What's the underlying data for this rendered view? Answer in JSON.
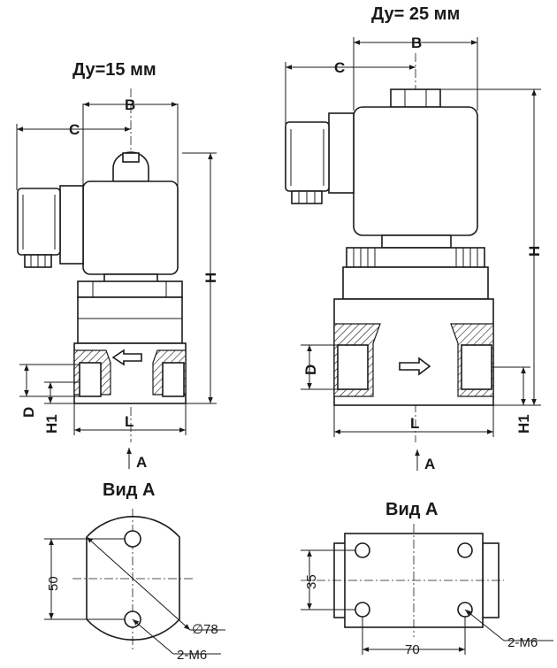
{
  "left": {
    "title": "Ду=15 мм",
    "dim_b": "B",
    "dim_c": "C",
    "dim_h": "H",
    "dim_d": "D",
    "dim_h1": "H1",
    "dim_l": "L",
    "view_arrow": "A",
    "view_title": "Вид А",
    "dim_50": "50",
    "dim_dia": "∅78",
    "thread": "2-M6"
  },
  "right": {
    "title": "Ду= 25 мм",
    "dim_b": "B",
    "dim_c": "C",
    "dim_h": "H",
    "dim_d": "D",
    "dim_h1": "H1",
    "dim_l": "L",
    "view_arrow": "A",
    "view_title": "Вид А",
    "dim_35": "35",
    "dim_70": "70",
    "thread": "2-M6"
  }
}
